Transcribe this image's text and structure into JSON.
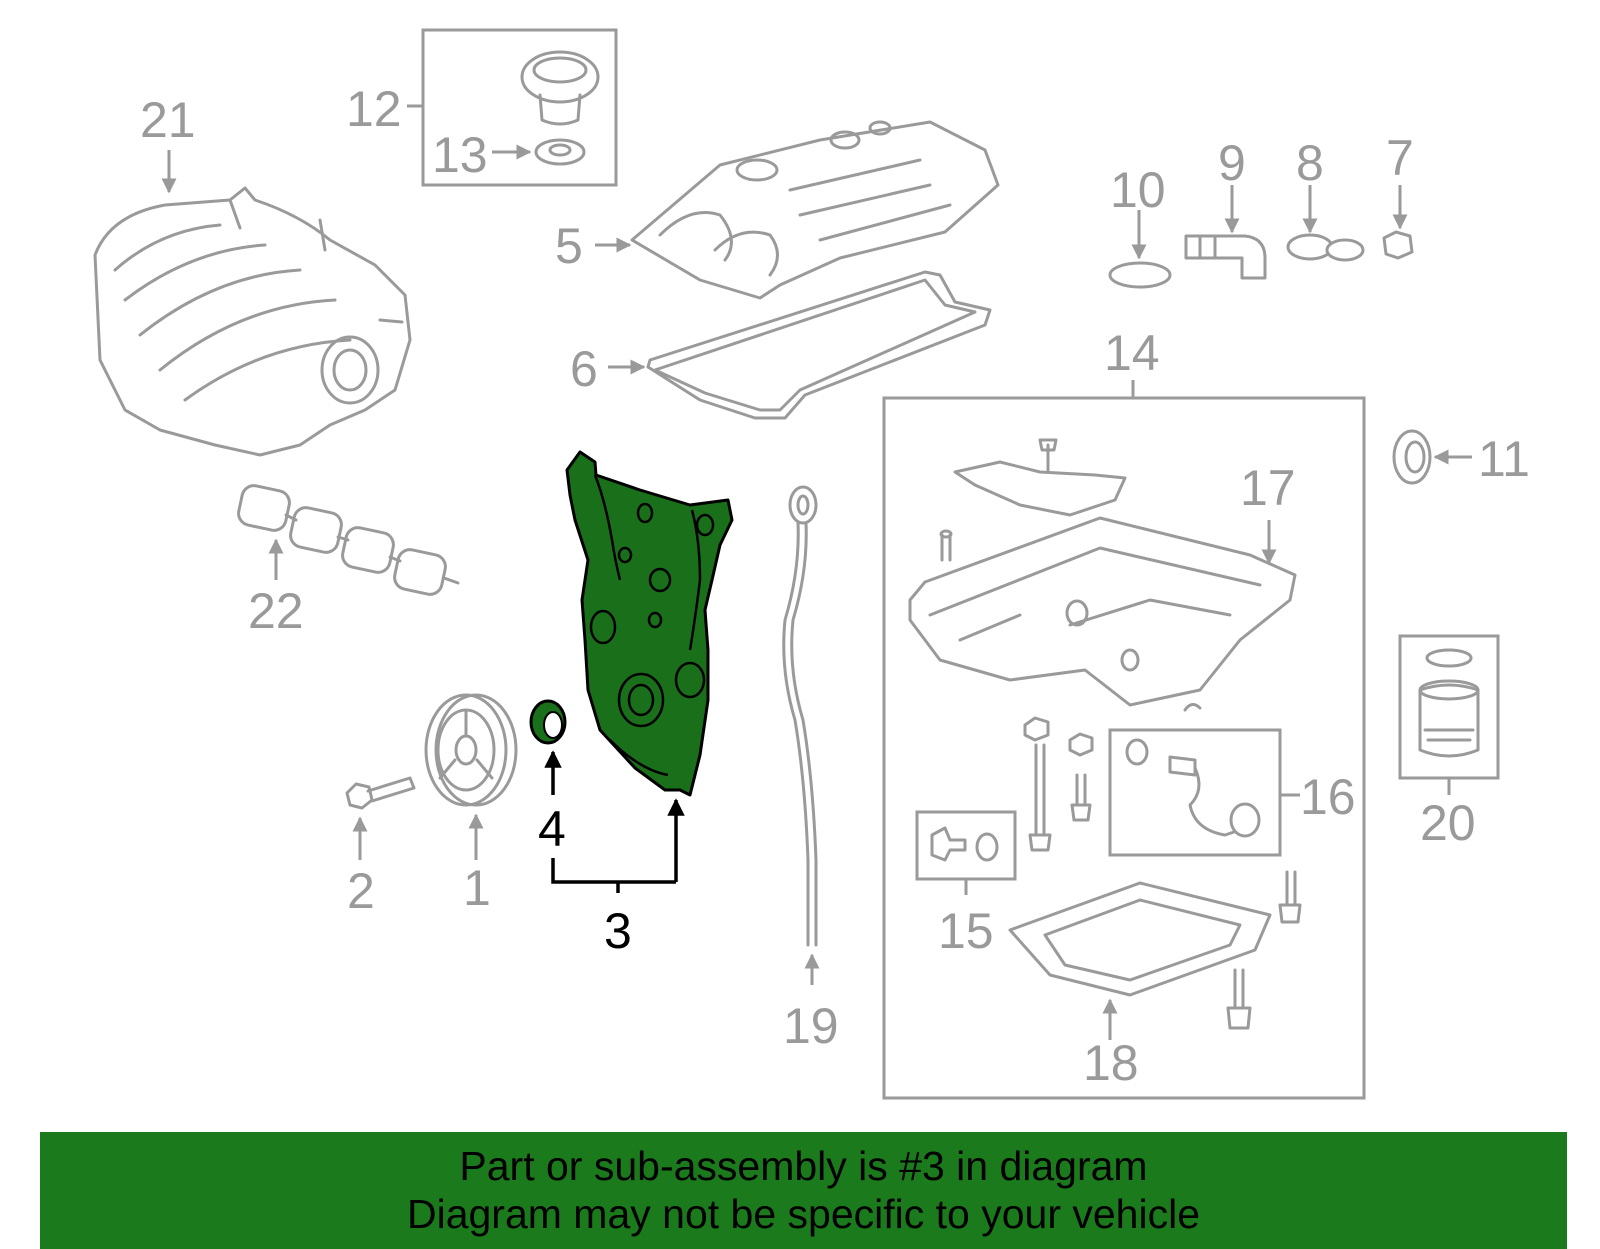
{
  "callouts": {
    "c1": "1",
    "c2": "2",
    "c3": "3",
    "c4": "4",
    "c5": "5",
    "c6": "6",
    "c7": "7",
    "c8": "8",
    "c9": "9",
    "c10": "10",
    "c11": "11",
    "c12": "12",
    "c13": "13",
    "c14": "14",
    "c15": "15",
    "c16": "16",
    "c17": "17",
    "c18": "18",
    "c19": "19",
    "c20": "20",
    "c21": "21",
    "c22": "22"
  },
  "highlight": {
    "part": "3",
    "color": "#1a6f1a"
  },
  "banner": {
    "line1": "Part or sub-assembly is #3 in diagram",
    "line2": "Diagram may not be specific to your vehicle",
    "background": "#1b7a1b"
  }
}
